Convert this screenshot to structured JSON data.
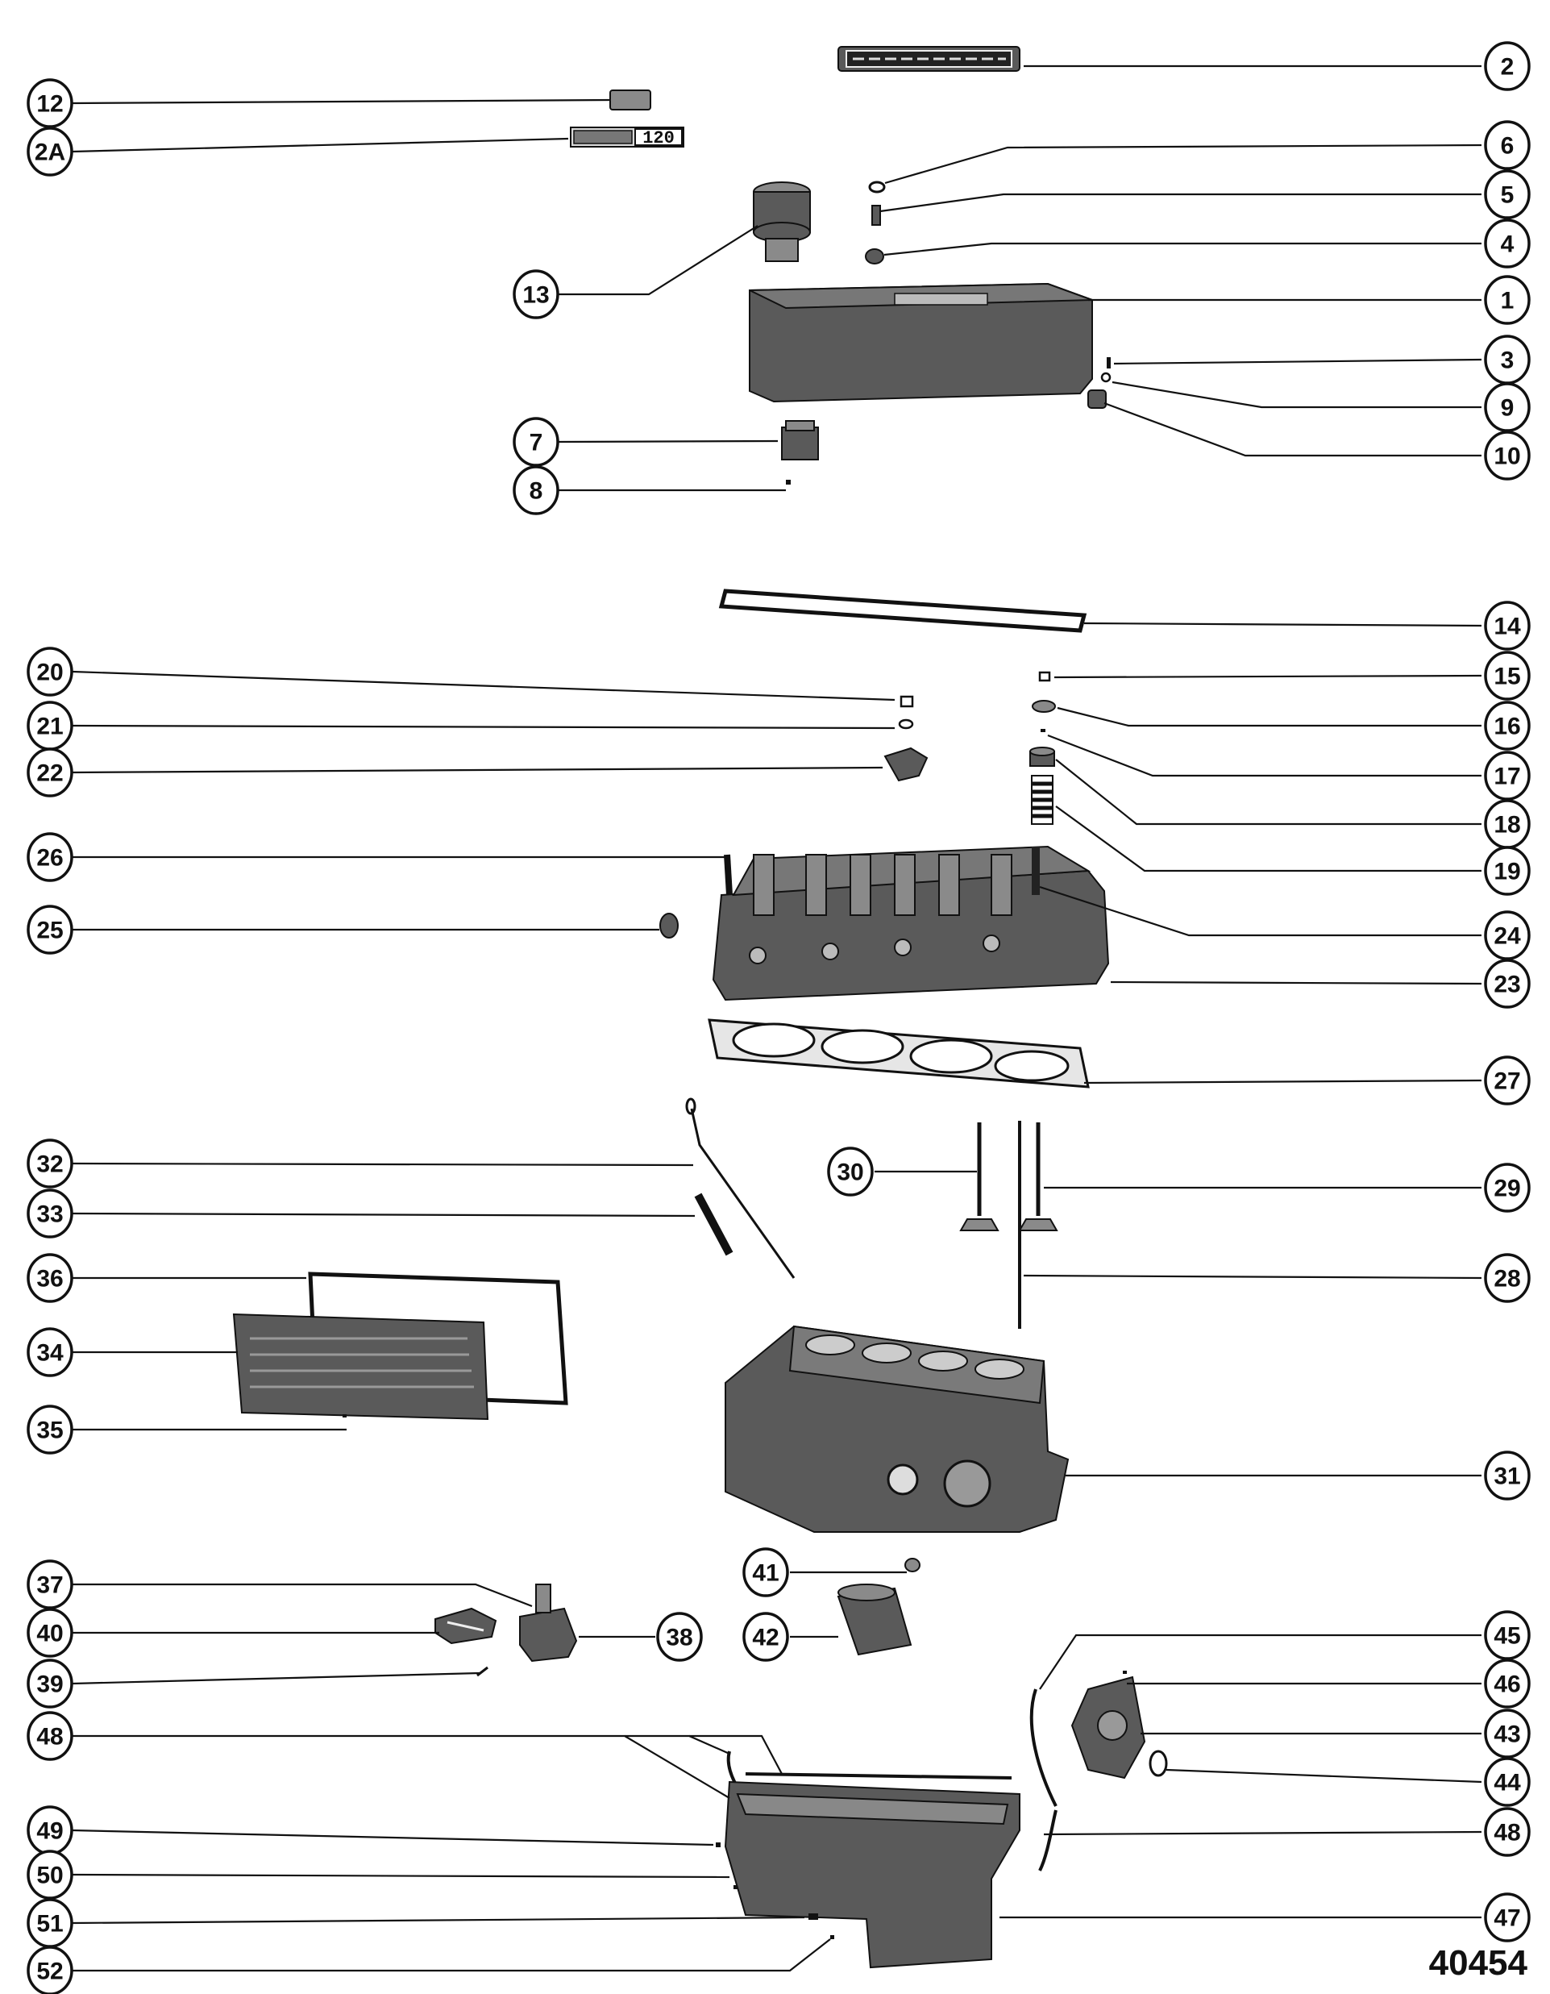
{
  "diagram": {
    "figure_number": "40454",
    "badges": {
      "model_badge": "120"
    },
    "callouts": [
      {
        "id": "c2",
        "label": "2"
      },
      {
        "id": "c12",
        "label": "12"
      },
      {
        "id": "c2a",
        "label": "2A"
      },
      {
        "id": "c6",
        "label": "6"
      },
      {
        "id": "c5",
        "label": "5"
      },
      {
        "id": "c4",
        "label": "4"
      },
      {
        "id": "c13",
        "label": "13"
      },
      {
        "id": "c1",
        "label": "1"
      },
      {
        "id": "c3",
        "label": "3"
      },
      {
        "id": "c9",
        "label": "9"
      },
      {
        "id": "c10",
        "label": "10"
      },
      {
        "id": "c7",
        "label": "7"
      },
      {
        "id": "c8",
        "label": "8"
      },
      {
        "id": "c14",
        "label": "14"
      },
      {
        "id": "c20",
        "label": "20"
      },
      {
        "id": "c15",
        "label": "15"
      },
      {
        "id": "c21",
        "label": "21"
      },
      {
        "id": "c16",
        "label": "16"
      },
      {
        "id": "c22",
        "label": "22"
      },
      {
        "id": "c17",
        "label": "17"
      },
      {
        "id": "c18",
        "label": "18"
      },
      {
        "id": "c26",
        "label": "26"
      },
      {
        "id": "c19",
        "label": "19"
      },
      {
        "id": "c25",
        "label": "25"
      },
      {
        "id": "c24",
        "label": "24"
      },
      {
        "id": "c23",
        "label": "23"
      },
      {
        "id": "c27",
        "label": "27"
      },
      {
        "id": "c32",
        "label": "32"
      },
      {
        "id": "c30",
        "label": "30"
      },
      {
        "id": "c29",
        "label": "29"
      },
      {
        "id": "c33",
        "label": "33"
      },
      {
        "id": "c36",
        "label": "36"
      },
      {
        "id": "c28",
        "label": "28"
      },
      {
        "id": "c34",
        "label": "34"
      },
      {
        "id": "c35",
        "label": "35"
      },
      {
        "id": "c31",
        "label": "31"
      },
      {
        "id": "c41",
        "label": "41"
      },
      {
        "id": "c37",
        "label": "37"
      },
      {
        "id": "c38",
        "label": "38"
      },
      {
        "id": "c40",
        "label": "40"
      },
      {
        "id": "c42",
        "label": "42"
      },
      {
        "id": "c45",
        "label": "45"
      },
      {
        "id": "c39",
        "label": "39"
      },
      {
        "id": "c46",
        "label": "46"
      },
      {
        "id": "c48a",
        "label": "48"
      },
      {
        "id": "c43",
        "label": "43"
      },
      {
        "id": "c44",
        "label": "44"
      },
      {
        "id": "c49",
        "label": "49"
      },
      {
        "id": "c48b",
        "label": "48"
      },
      {
        "id": "c50",
        "label": "50"
      },
      {
        "id": "c51",
        "label": "51"
      },
      {
        "id": "c47",
        "label": "47"
      },
      {
        "id": "c52",
        "label": "52"
      }
    ]
  }
}
